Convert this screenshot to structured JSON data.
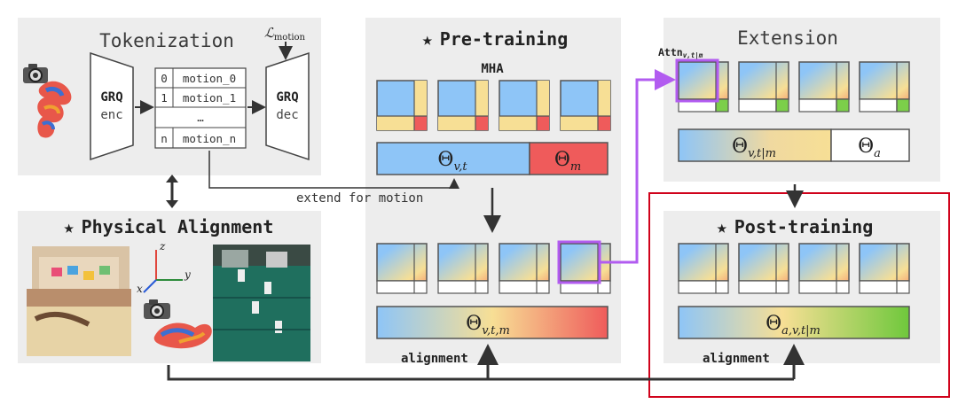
{
  "tokenization": {
    "title": "Tokenization",
    "loss_label": "ℒ",
    "loss_subscript": "motion",
    "encoder_bold": "GRQ",
    "encoder_sub": "enc",
    "decoder_bold": "GRQ",
    "decoder_sub": "dec",
    "codebook": [
      {
        "index": "0",
        "token": "motion_0"
      },
      {
        "index": "1",
        "token": "motion_1"
      },
      {
        "index": "",
        "token": "…"
      },
      {
        "index": "n",
        "token": "motion_n"
      }
    ]
  },
  "pretraining": {
    "title": "Pre-training",
    "star": "★",
    "mha_label": "MHA",
    "theta_vt": "Θ",
    "theta_vt_sub": "v,t",
    "theta_m": "Θ",
    "theta_m_sub": "m",
    "theta_vtm": "Θ",
    "theta_vtm_sub": "v,t,m",
    "alignment_label": "alignment"
  },
  "extension": {
    "title": "Extension",
    "attn_label": "Attn",
    "attn_sub": "v,t|m",
    "theta_vtm": "Θ",
    "theta_vtm_sub": "v,t|m",
    "theta_a": "Θ",
    "theta_a_sub": "a"
  },
  "physical_alignment": {
    "star": "★",
    "title": "Physical Alignment",
    "axis_x": "x",
    "axis_y": "y",
    "axis_z": "z"
  },
  "posttraining": {
    "star": "★",
    "title": "Post-training",
    "theta_avtm": "Θ",
    "theta_avtm_sub": "a,v,t|m",
    "alignment_label": "alignment"
  },
  "connectors": {
    "extend_label": "extend for motion"
  },
  "colors": {
    "panel_bg": "#ededed",
    "blue": "#8ec5f7",
    "yellow": "#f7df95",
    "red": "#ef5b5b",
    "green": "#7ccf4a",
    "purple": "#b25cf0",
    "highlight_red": "#d0021b"
  }
}
